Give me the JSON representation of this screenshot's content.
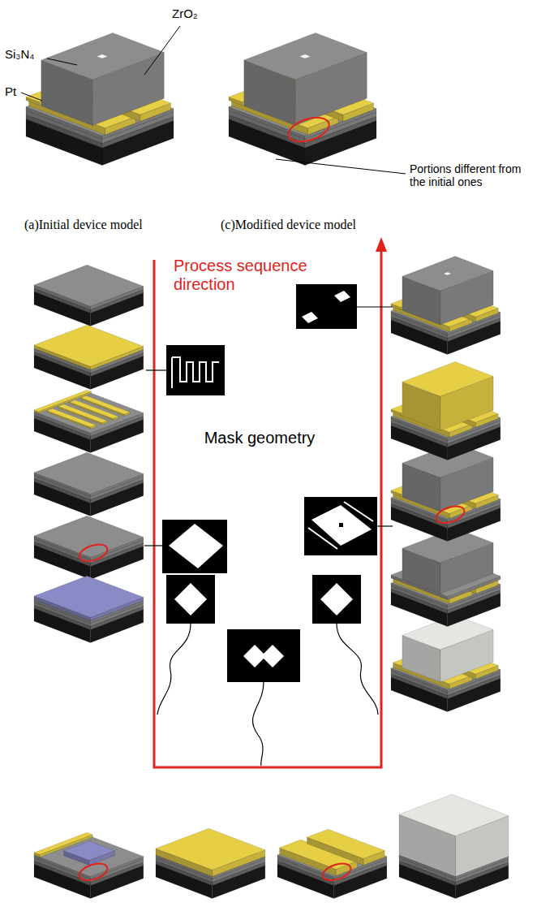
{
  "diagram": {
    "labels": [
      "Si₃N₄",
      "ZrO₂",
      "Pt",
      "Portions different from the initial ones",
      "(a)Initial device model",
      "(c)Modified device model",
      "Process sequence direction",
      "Mask geometry"
    ]
  }
}
